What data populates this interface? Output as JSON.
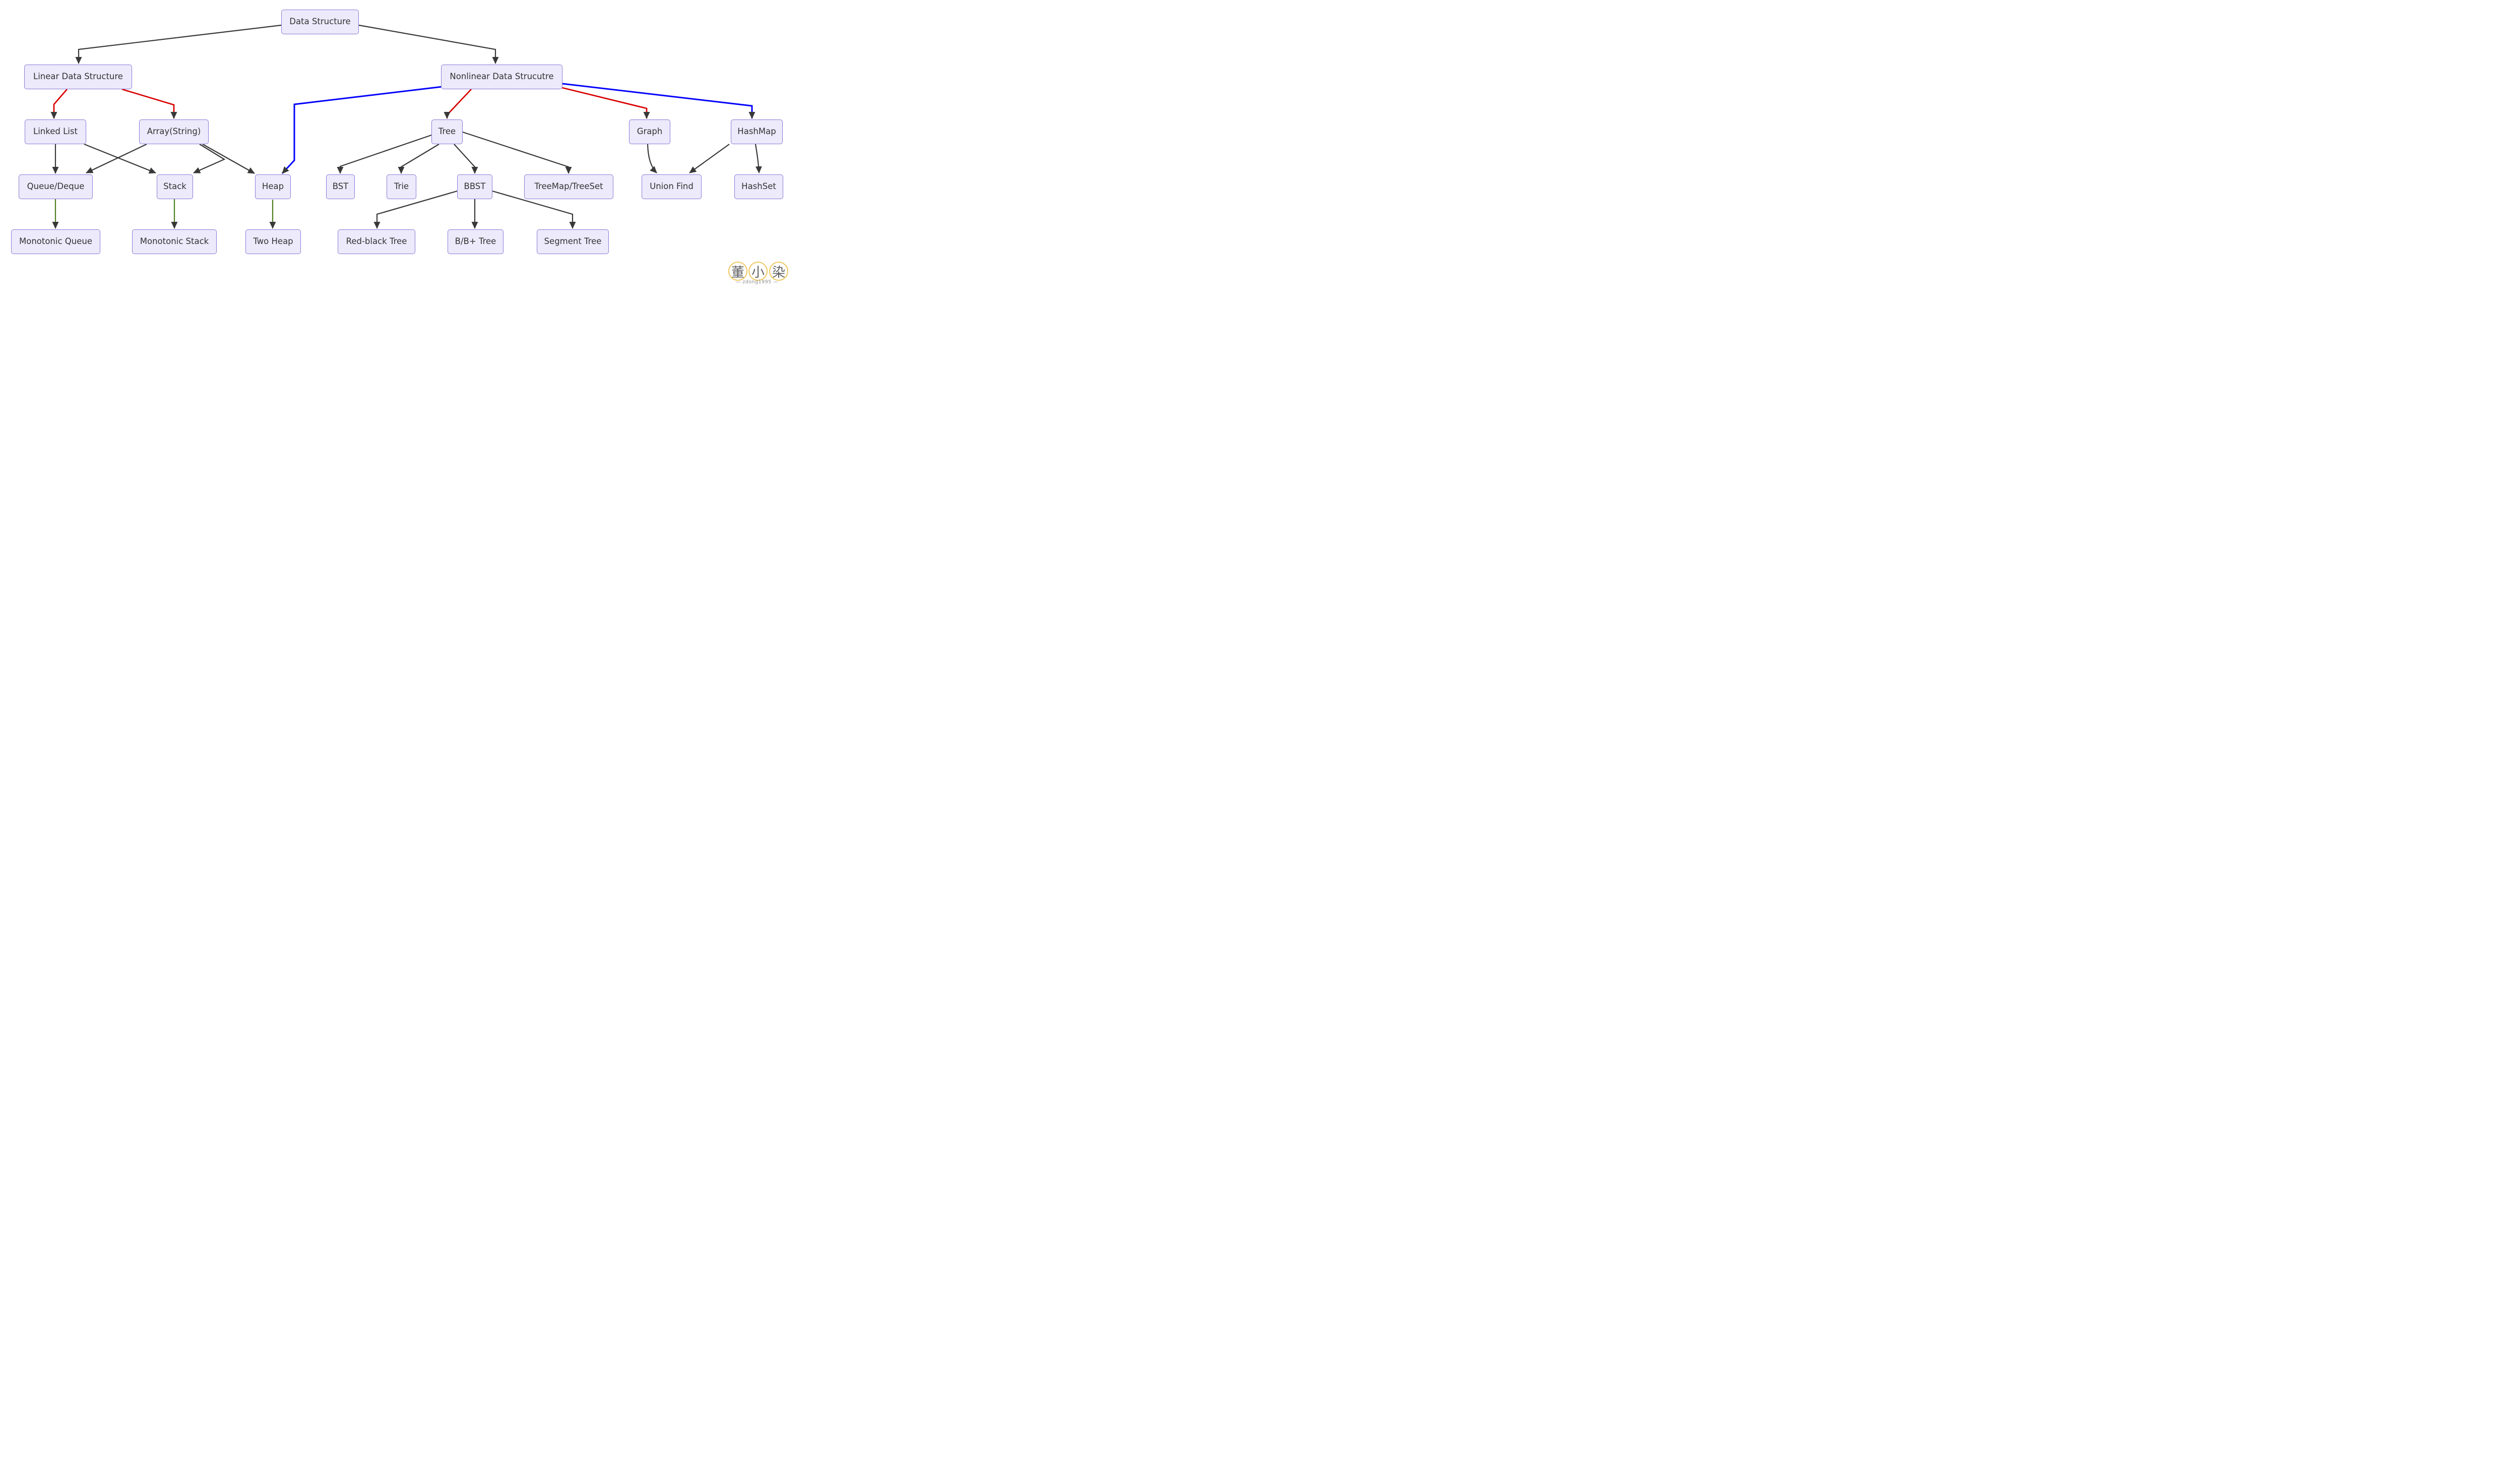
{
  "diagram": {
    "type": "flowchart",
    "nodes": {
      "ds": {
        "label": "Data Structure"
      },
      "linear": {
        "label": "Linear Data Structure"
      },
      "nonlinear": {
        "label": "Nonlinear Data Strucutre"
      },
      "linked_list": {
        "label": "Linked List"
      },
      "array": {
        "label": "Array(String)"
      },
      "tree": {
        "label": "Tree"
      },
      "graph": {
        "label": "Graph"
      },
      "hashmap": {
        "label": "HashMap"
      },
      "queue": {
        "label": "Queue/Deque"
      },
      "stack": {
        "label": "Stack"
      },
      "heap": {
        "label": "Heap"
      },
      "bst": {
        "label": "BST"
      },
      "trie": {
        "label": "Trie"
      },
      "bbst": {
        "label": "BBST"
      },
      "treemap": {
        "label": "TreeMap/TreeSet"
      },
      "union_find": {
        "label": "Union Find"
      },
      "hashset": {
        "label": "HashSet"
      },
      "mono_queue": {
        "label": "Monotonic Queue"
      },
      "mono_stack": {
        "label": "Monotonic Stack"
      },
      "two_heap": {
        "label": "Two Heap"
      },
      "red_black": {
        "label": "Red-black Tree"
      },
      "bb_tree": {
        "label": "B/B+ Tree"
      },
      "segment": {
        "label": "Segment Tree"
      }
    },
    "edges": [
      {
        "from": "Data Structure",
        "to": "Linear Data Structure",
        "color": "default"
      },
      {
        "from": "Data Structure",
        "to": "Nonlinear Data Strucutre",
        "color": "default"
      },
      {
        "from": "Linear Data Structure",
        "to": "Linked List",
        "color": "red"
      },
      {
        "from": "Linear Data Structure",
        "to": "Array(String)",
        "color": "red"
      },
      {
        "from": "Linked List",
        "to": "Queue/Deque",
        "color": "default"
      },
      {
        "from": "Linked List",
        "to": "Stack",
        "color": "default"
      },
      {
        "from": "Array(String)",
        "to": "Queue/Deque",
        "color": "default"
      },
      {
        "from": "Array(String)",
        "to": "Stack",
        "color": "default"
      },
      {
        "from": "Array(String)",
        "to": "Heap",
        "color": "default"
      },
      {
        "from": "Nonlinear Data Strucutre",
        "to": "Heap",
        "color": "blue"
      },
      {
        "from": "Nonlinear Data Strucutre",
        "to": "Tree",
        "color": "red"
      },
      {
        "from": "Nonlinear Data Strucutre",
        "to": "Graph",
        "color": "red"
      },
      {
        "from": "Nonlinear Data Strucutre",
        "to": "HashMap",
        "color": "blue"
      },
      {
        "from": "Tree",
        "to": "BST",
        "color": "default"
      },
      {
        "from": "Tree",
        "to": "Trie",
        "color": "default"
      },
      {
        "from": "Tree",
        "to": "BBST",
        "color": "default"
      },
      {
        "from": "Tree",
        "to": "TreeMap/TreeSet",
        "color": "default"
      },
      {
        "from": "BBST",
        "to": "Red-black Tree",
        "color": "default"
      },
      {
        "from": "BBST",
        "to": "B/B+ Tree",
        "color": "default"
      },
      {
        "from": "BBST",
        "to": "Segment Tree",
        "color": "default"
      },
      {
        "from": "Queue/Deque",
        "to": "Monotonic Queue",
        "color": "green"
      },
      {
        "from": "Stack",
        "to": "Monotonic Stack",
        "color": "green"
      },
      {
        "from": "Heap",
        "to": "Two Heap",
        "color": "green"
      },
      {
        "from": "Graph",
        "to": "Union Find",
        "color": "default"
      },
      {
        "from": "HashMap",
        "to": "Union Find",
        "color": "default"
      },
      {
        "from": "HashMap",
        "to": "HashSet",
        "color": "default"
      }
    ],
    "colors": {
      "node_fill": "#ECEAFB",
      "node_border": "#8B7BD7",
      "node_text": "#333333",
      "arrowhead": "#383838",
      "default": "#383838",
      "red": "#D90000",
      "blue": "#0100FE",
      "green": "#4C7E1E"
    }
  },
  "watermark": {
    "characters": [
      "董",
      "小",
      "染"
    ],
    "handle": "zdong1995",
    "dash": "—",
    "colors": {
      "circle": "#EFC75E",
      "character": "#616161",
      "text": "#8F8F8F"
    }
  }
}
